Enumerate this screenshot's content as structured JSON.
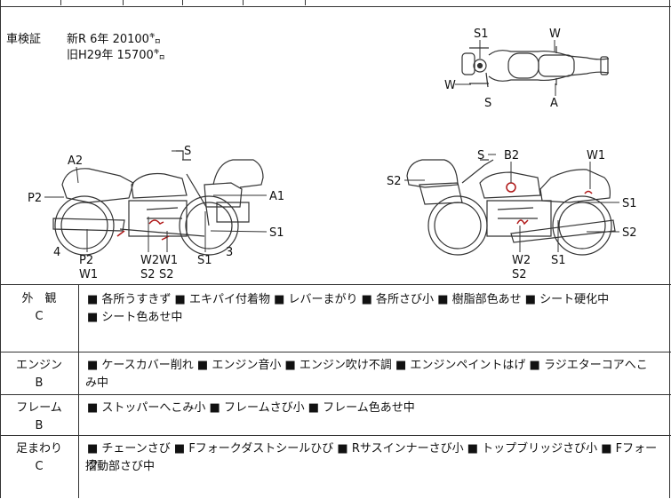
{
  "registration": {
    "label": "車検証",
    "new_record": "新R  6年  20100㌔",
    "old_record": "旧H29年  15700㌔"
  },
  "top_view_labels": {
    "s1": "S1",
    "w_top": "W",
    "w_left": "W",
    "s": "S",
    "a": "A"
  },
  "left_side_labels": {
    "a2": "A2",
    "s": "S",
    "p2_left": "P2",
    "a1": "A1",
    "s1_right": "S1",
    "num4": "4",
    "num3": "3",
    "p2_bottom": "P2",
    "w1_bottom": "W1",
    "w2": "W2",
    "w1": "W1",
    "s2_a": "S2",
    "s2_b": "S2",
    "s1_bottom": "S1"
  },
  "right_side_labels": {
    "s": "S",
    "b2": "B2",
    "w1": "W1",
    "s2_left": "S2",
    "s1_right": "S1",
    "s2_right": "S2",
    "w2": "W2",
    "s2_bottom": "S2",
    "s1_bottom": "S1"
  },
  "conditions": [
    {
      "category": "外　観",
      "grade": "C",
      "line1": "■ 各所うすきず ■ エキパイ付着物 ■ レバーまがり ■ 各所さび小 ■ 樹脂部色あせ ■ シート硬化中",
      "line2": "■ シート色あせ中"
    },
    {
      "category": "エンジン",
      "grade": "B",
      "line1": "■ ケースカバー削れ ■ エンジン音小 ■ エンジン吹け不調 ■ エンジンペイントはげ ■ ラジエターコアへこ",
      "line2": "み中"
    },
    {
      "category": "フレーム",
      "grade": "B",
      "line1": "■ ストッパーへこみ小 ■ フレームさび小 ■ フレーム色あせ中",
      "line2": ""
    },
    {
      "category": "足まわり",
      "grade": "C",
      "line1": "■ チェーンさび ■ Fフォークダストシールひび ■ Rサスインナーさび小 ■ トップブリッジさび小 ■ Fフォーク",
      "line2": "摺動部さび中"
    }
  ],
  "colors": {
    "line": "#333333",
    "mark_red": "#b01818"
  }
}
